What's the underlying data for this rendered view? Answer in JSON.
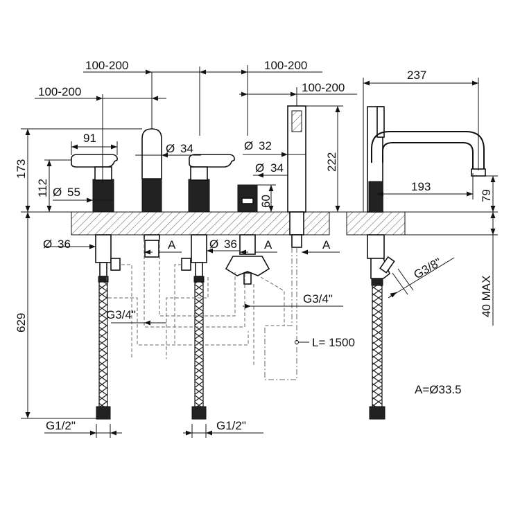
{
  "labels": {
    "spacing_top_left": "100-200",
    "spacing_top_mid": "100-200",
    "spacing_left": "100-200",
    "spacing_right": "100-200",
    "d_91": "91",
    "d_173": "173",
    "d_112": "112",
    "d_55": "55",
    "d_34_spout": "34",
    "d_32": "32",
    "d_34_div": "34",
    "d_60": "60",
    "d_222": "222",
    "d_237": "237",
    "d_193": "193",
    "d_79": "79",
    "d_36_left": "36",
    "d_36_mid": "36",
    "a1": "A",
    "a2": "A",
    "a3": "A",
    "g34_left": "G3/4\"",
    "g34_right": "G3/4\"",
    "g38": "G3/8\"",
    "l1500": "L= 1500",
    "d_629": "629",
    "max40": "40 MAX",
    "g12_left": "G1/2\"",
    "g12_mid": "G1/2\"",
    "a_note": "A=Ø33.5",
    "dia_symbol": "Ø"
  }
}
